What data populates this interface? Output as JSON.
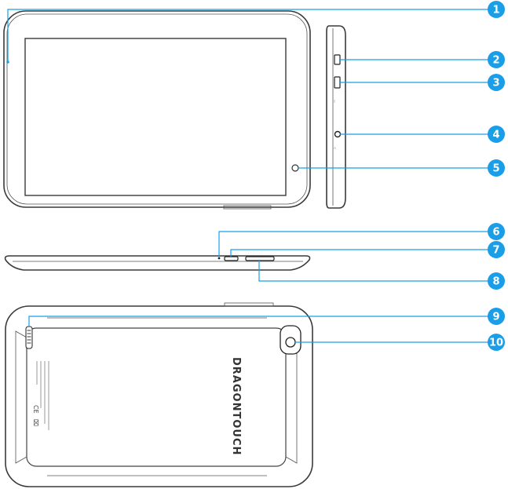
{
  "colors": {
    "device_outline": "#3a3a3a",
    "callout_fill": "#1a9ee8",
    "leader_line": "#1a9ee8",
    "background": "#ffffff"
  },
  "callouts": [
    "1",
    "2",
    "3",
    "4",
    "5",
    "6",
    "7",
    "8",
    "9",
    "10"
  ],
  "brand": {
    "logo_text": "DRAGONTOUCH"
  }
}
